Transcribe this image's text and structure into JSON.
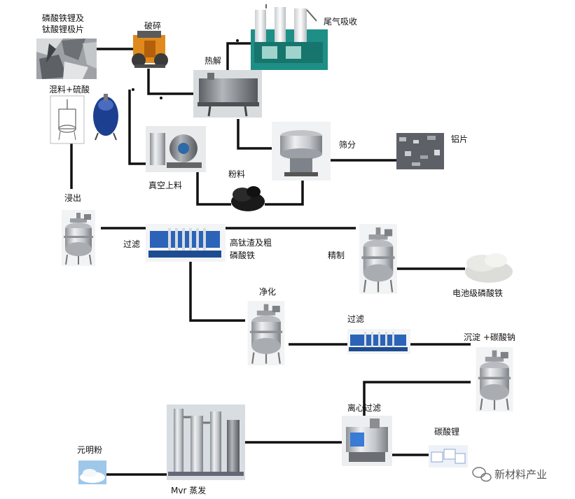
{
  "labels": {
    "feed_line1": "磷酸铁锂及",
    "feed_line2": "钛酸锂极片",
    "crush": "破碎",
    "pyrolysis": "热解",
    "exhaust": "尾气吸收",
    "mix_acid": "混料+硫酸",
    "sieve": "筛分",
    "aluminum": "铝片",
    "vacuum": "真空上料",
    "powder": "粉料",
    "leach": "浸出",
    "filter1": "过滤",
    "residue_line1": "高钛渣及粗",
    "residue_line2": "磷酸铁",
    "refine": "精制",
    "battery_fe": "电池级磷酸铁",
    "purify": "净化",
    "filter2": "过滤",
    "precipitate": "沉淀 +碳酸钠",
    "centrifuge": "离心过滤",
    "li2co3": "碳酸锂",
    "glauber": "元明粉",
    "mvr": "Mvr 蒸发",
    "watermark": "新材料产业"
  },
  "icons": {
    "watermark_icon": "wechat-icon"
  },
  "colors": {
    "line": "#111111",
    "steel": "#c9ccd0",
    "tank_blue": "#1d3f8f",
    "tower_teal": "#1e8f86",
    "machine_orange": "#e08a1e",
    "press_blue": "#2b63b8",
    "powder_black": "#1a1a1a"
  }
}
